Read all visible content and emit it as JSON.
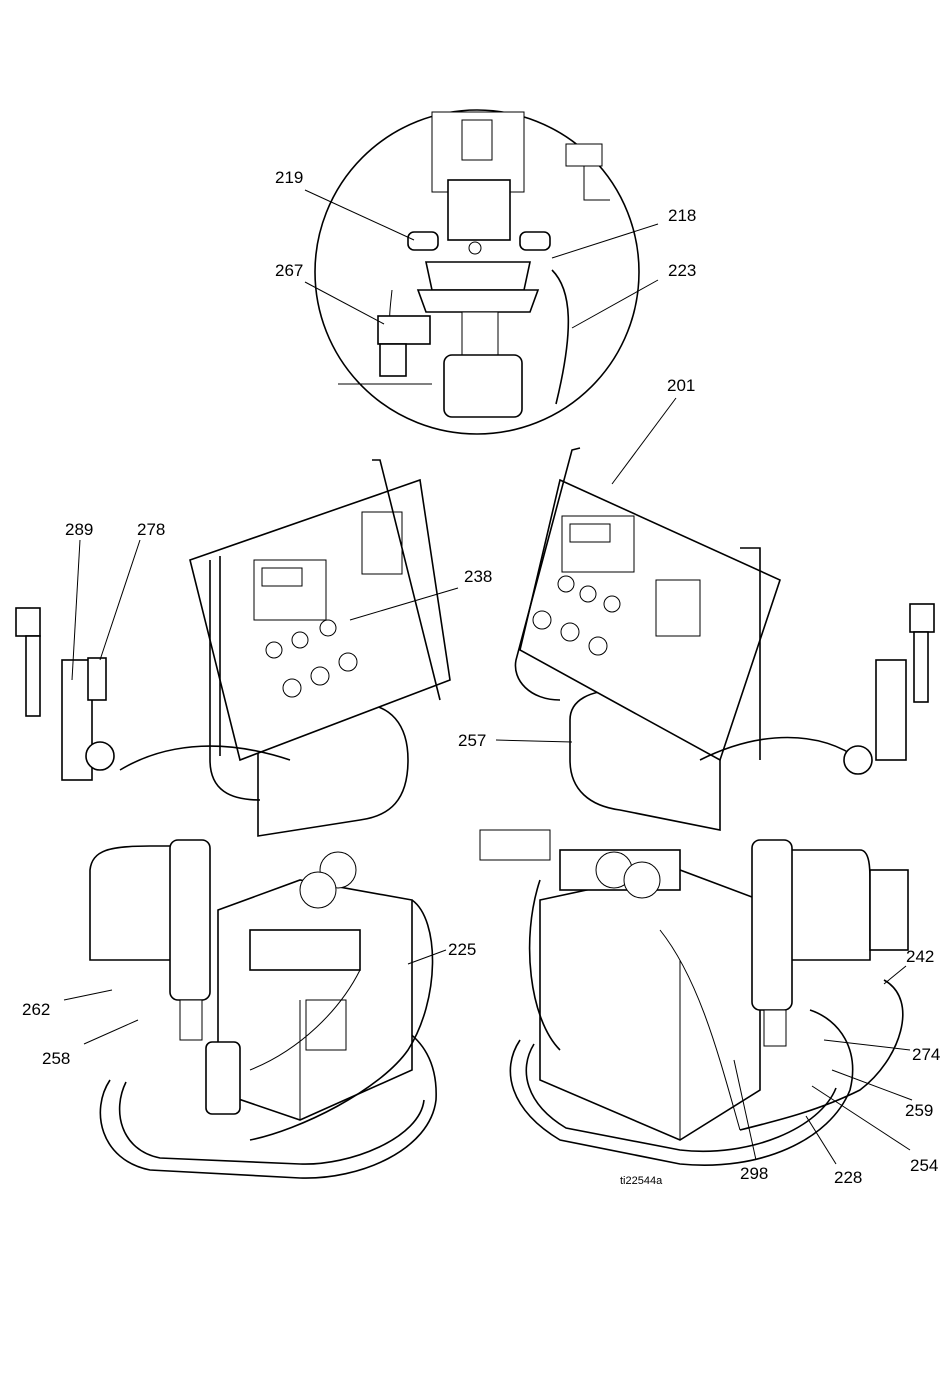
{
  "figure_id": "ti22544a",
  "callouts": {
    "c219": "219",
    "c218": "218",
    "c267": "267",
    "c223": "223",
    "c201": "201",
    "c289": "289",
    "c278": "278",
    "c238": "238",
    "c257": "257",
    "c225": "225",
    "c262": "262",
    "c258": "258",
    "c242": "242",
    "c274": "274",
    "c259": "259",
    "c254": "254",
    "c298": "298",
    "c228": "228"
  }
}
